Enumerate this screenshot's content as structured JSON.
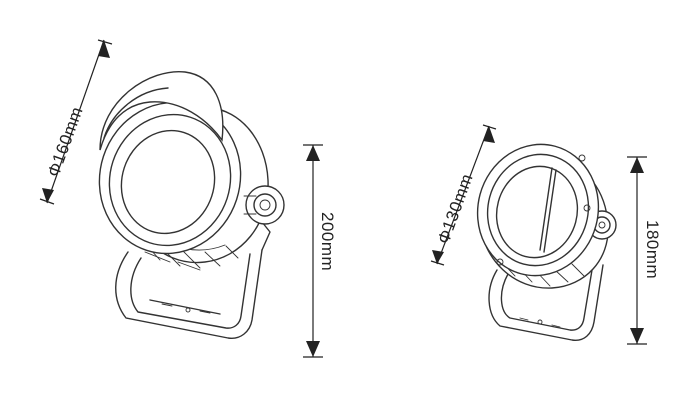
{
  "large_fixture": {
    "diameter_label": "Φ160mm",
    "height_label": "200mm"
  },
  "small_fixture": {
    "diameter_label": "Φ130mm",
    "height_label": "180mm"
  },
  "colors": {
    "line": "#333333",
    "background": "#ffffff"
  }
}
